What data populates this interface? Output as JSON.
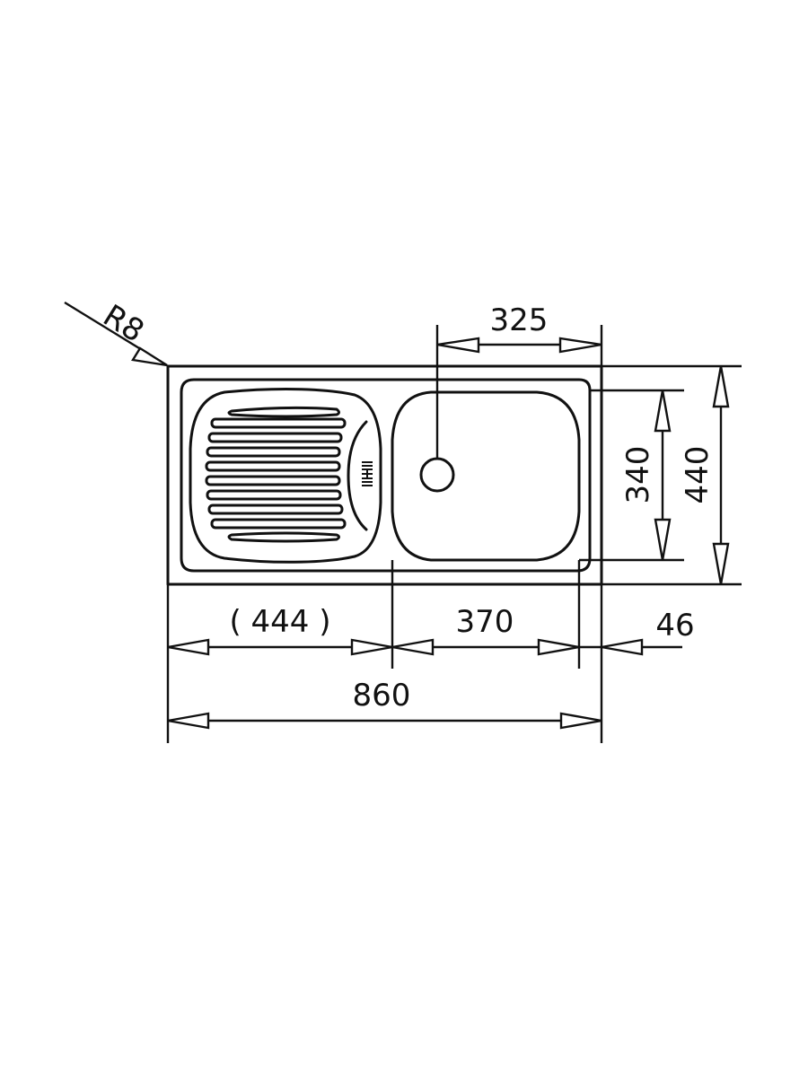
{
  "drawing": {
    "subject": "single-bowl sink with drainboard, top view",
    "units": "mm",
    "line_color": "#111111",
    "background": "#ffffff"
  },
  "dimensions": {
    "corner_radius": "R8",
    "drain_offset": "325",
    "bowl_depth": "340",
    "overall_depth": "440",
    "drainboard_width": "( 444 )",
    "bowl_width": "370",
    "right_margin": "46",
    "overall_width": "860"
  },
  "features": {
    "drainboard_grooves": 10,
    "drain_hole": "circle",
    "overflow_symbol": "overflow-slots"
  }
}
